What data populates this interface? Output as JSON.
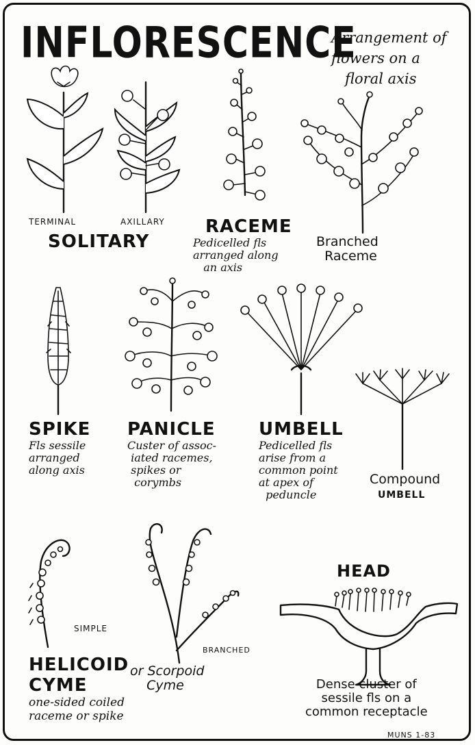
{
  "title": "INFLORESCENCE",
  "subtitle": "Arrangement of\nflowers on a\n   floral axis",
  "solitary": {
    "terminal": "TERMINAL",
    "axillary": "AXILLARY",
    "label": "SOLITARY"
  },
  "raceme": {
    "label": "RACEME",
    "desc": "Pedicelled fls\narranged along\n   an axis"
  },
  "branched_raceme": {
    "label": "Branched\n  Raceme"
  },
  "spike": {
    "label": "SPIKE",
    "desc": "Fls sessile\narranged\nalong axis"
  },
  "panicle": {
    "label": "PANICLE",
    "desc": "Custer of assoc-\n iated racemes,\n spikes or\n  corymbs"
  },
  "umbell": {
    "label": "UMBELL",
    "desc": "Pedicelled fls\narise from a\ncommon point\nat apex of\n  peduncle"
  },
  "compound_umbell": {
    "label1": "Compound",
    "label2": "UMBELL"
  },
  "head": {
    "label": "HEAD",
    "desc": "Dense cluster of\nsessile fls on a\ncommon receptacle"
  },
  "helicoid": {
    "simple": "SIMPLE",
    "branched": "BRANCHED",
    "label1": "HELICOID",
    "label2": "CYME",
    "alt": "or Scorpoid\n    Cyme",
    "desc": "one-sided coiled\nraceme or spike"
  },
  "signature": "MUNS   1-83"
}
